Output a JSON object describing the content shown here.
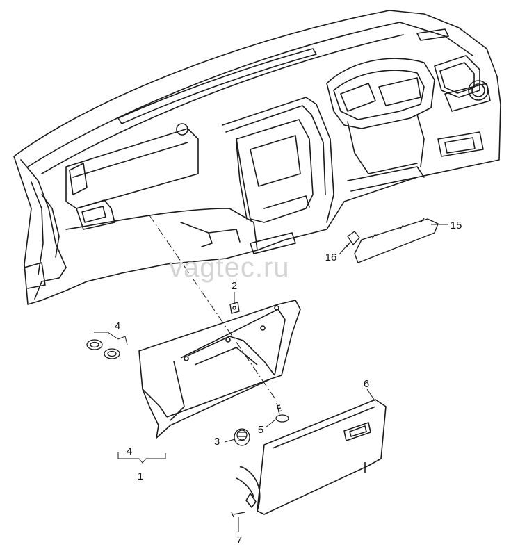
{
  "watermark": "vagtec.ru",
  "callouts": {
    "c1": "1",
    "c2": "2",
    "c3": "3",
    "c4a": "4",
    "c4b": "4",
    "c5": "5",
    "c6": "6",
    "c7": "7",
    "c15": "15",
    "c16": "16"
  }
}
